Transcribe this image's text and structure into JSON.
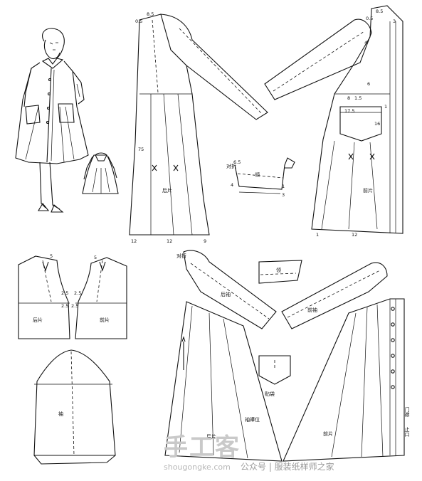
{
  "pattern_labels": {
    "back_piece_top": "后片",
    "front_piece_top": "前片",
    "collar_top": "领",
    "fold_top": "对折",
    "back_bodice": "后片",
    "front_bodice": "前片",
    "sleeve": "袖",
    "fold_bottom": "对折",
    "collar_bottom": "领",
    "back_sleeve_bottom": "后袖",
    "front_sleeve_bottom": "前袖",
    "pocket": "贴袋",
    "back_skirt_bottom": "后片",
    "front_skirt_bottom": "前片",
    "sleeve_loop": "袖襻位",
    "placket": "门襟",
    "placket_edge": "止口"
  },
  "measurements": {
    "m0_5_a": "0.5",
    "m8_5_a": "8.5",
    "m75": "75",
    "m12_a": "12",
    "m12_b": "12",
    "m9": "9",
    "m8_5_b": "8.5",
    "m3_a": "3",
    "m0_5_b": "0.5",
    "m4": "4",
    "m6": "6",
    "m1_5": "1.5",
    "m17_5": "17.5",
    "m16": "16",
    "m1_a": "1",
    "m8": "8",
    "m1_b": "1",
    "m12_c": "12",
    "m6_5": "6.5",
    "m4_b": "4",
    "m1_c": "1",
    "m3_b": "3",
    "m2_5_a": "2.5",
    "m2_5_b": "2.5",
    "m2_5_c": "2.5",
    "m2_5_d": "2.5",
    "m5_a": "5",
    "m5_b": "5"
  },
  "watermark": {
    "brand": "手工客",
    "domain": "shougongke.com",
    "channel": "公众号 | 服装纸样师之家"
  }
}
